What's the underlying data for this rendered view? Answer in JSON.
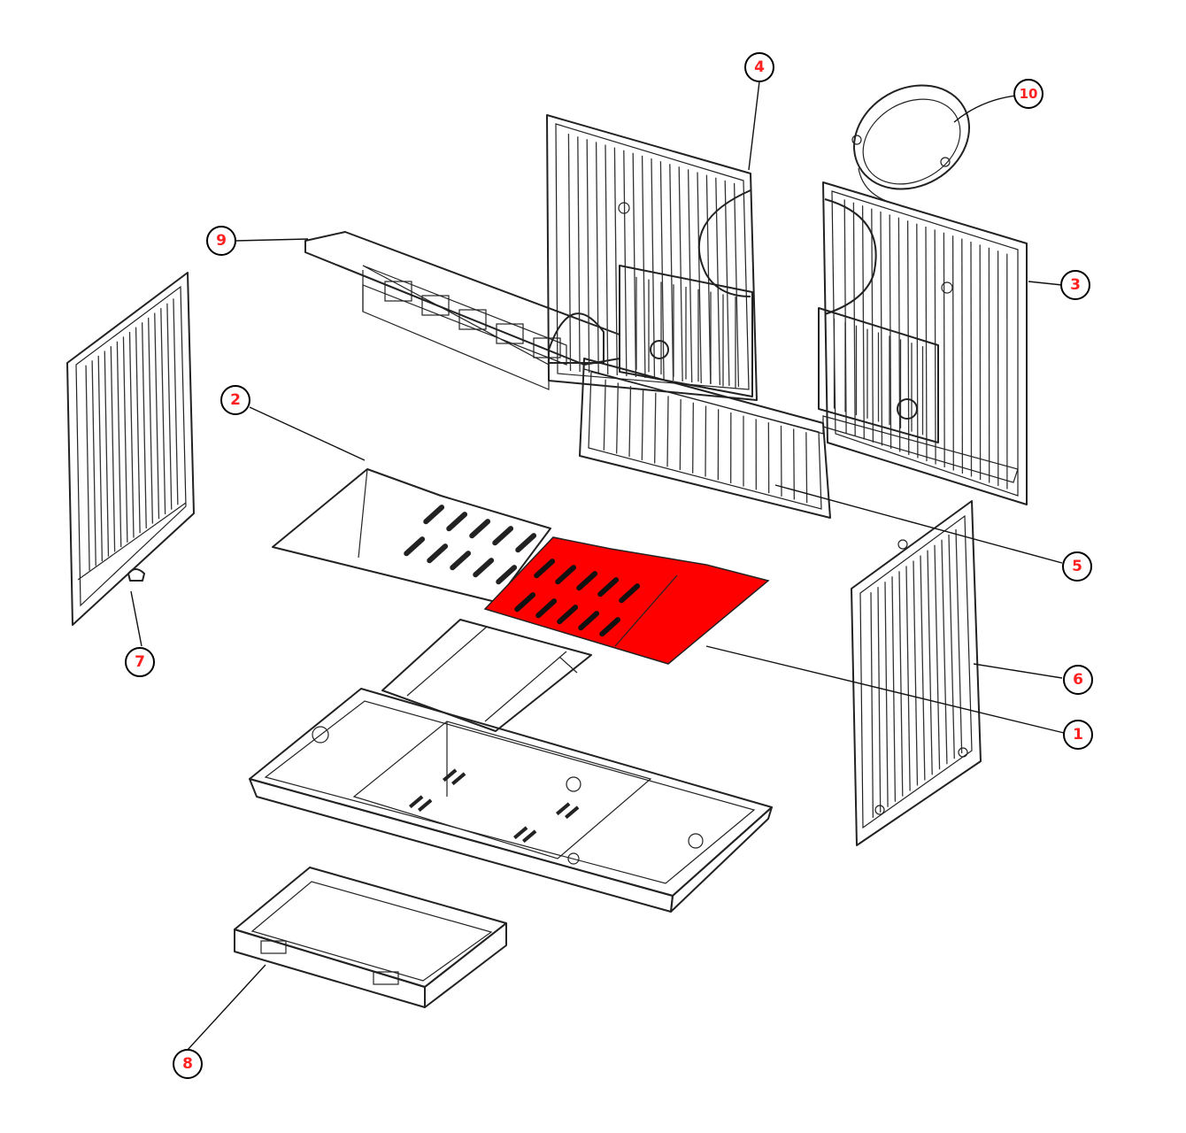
{
  "highlight_color": "#ff0000",
  "callout_color": "#ff2020",
  "highlighted_part": "1",
  "callouts": [
    {
      "id": "1",
      "label": "1"
    },
    {
      "id": "2",
      "label": "2"
    },
    {
      "id": "3",
      "label": "3"
    },
    {
      "id": "4",
      "label": "4"
    },
    {
      "id": "5",
      "label": "5"
    },
    {
      "id": "6",
      "label": "6"
    },
    {
      "id": "7",
      "label": "7"
    },
    {
      "id": "8",
      "label": "8"
    },
    {
      "id": "9",
      "label": "9"
    },
    {
      "id": "10",
      "label": "10"
    }
  ]
}
